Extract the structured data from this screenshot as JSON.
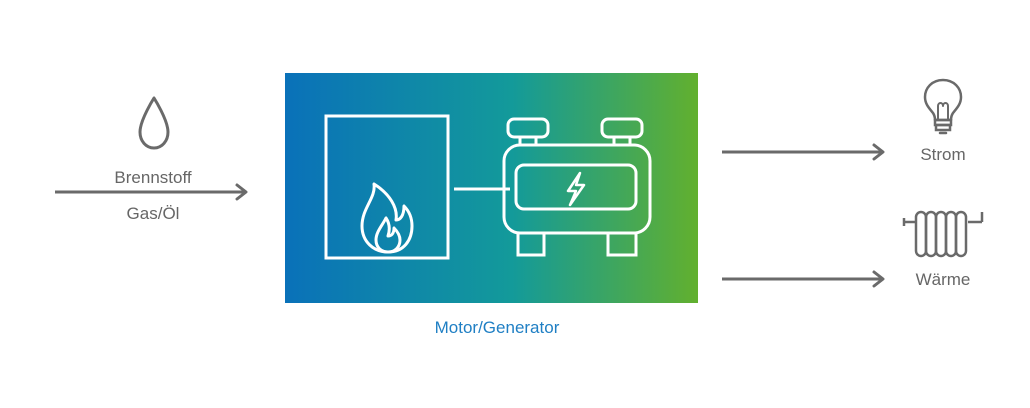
{
  "input": {
    "label_top": "Brennstoff",
    "label_bottom": "Gas/Öl",
    "icon": "fuel-drop-icon"
  },
  "process": {
    "caption": "Motor/Generator",
    "icons": [
      "engine-flame-icon",
      "generator-lightning-icon"
    ]
  },
  "outputs": [
    {
      "label": "Strom",
      "icon": "light-bulb-icon"
    },
    {
      "label": "Wärme",
      "icon": "radiator-icon"
    }
  ],
  "colors": {
    "arrow_gray": "#6a6a6a",
    "text_gray": "#666666",
    "caption_blue": "#1f7fc4",
    "gradient_start": "#0a71b9",
    "gradient_end": "#62b02e",
    "icon_line": "#ffffff"
  }
}
